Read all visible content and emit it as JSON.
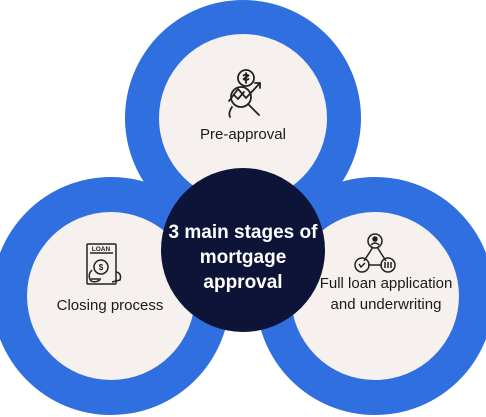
{
  "center": {
    "title": "3 main stages of mortgage approval"
  },
  "stages": [
    {
      "label": "Pre-approval",
      "icon": "money-chart-magnifier-icon"
    },
    {
      "label": "Closing process",
      "icon": "loan-document-icon",
      "icon_text": "LOAN"
    },
    {
      "label": "Full loan application and underwriting",
      "icon": "people-network-icon"
    }
  ],
  "colors": {
    "ring": "#2f6fe0",
    "fill": "#f6f1ee",
    "center": "#0d1438",
    "icon": "#222222"
  }
}
